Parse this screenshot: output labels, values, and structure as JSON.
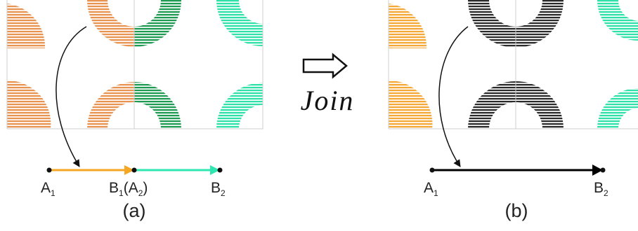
{
  "colors": {
    "orange_a": "#E89450",
    "green_a": "#1E9A52",
    "teal": "#2FE0A8",
    "orange_b": "#F5A836",
    "black": "#2A2A2A",
    "segment_orange": "#F5A623",
    "segment_teal": "#2EE6B0",
    "segment_black": "#000000"
  },
  "join": {
    "label": "Join",
    "arrow_icon": "hollow-right-arrow-icon"
  },
  "panel_a": {
    "labels": {
      "a1": {
        "main": "A",
        "sub": "1"
      },
      "b1": {
        "main": "B",
        "sub": "1"
      },
      "a2_open": "(A",
      "a2_sub": "2",
      "a2_close": ")",
      "b2": {
        "main": "B",
        "sub": "2"
      }
    },
    "caption": "(a)"
  },
  "panel_b": {
    "labels": {
      "a1": {
        "main": "A",
        "sub": "1"
      },
      "b2": {
        "main": "B",
        "sub": "2"
      }
    },
    "caption": "(b)"
  }
}
